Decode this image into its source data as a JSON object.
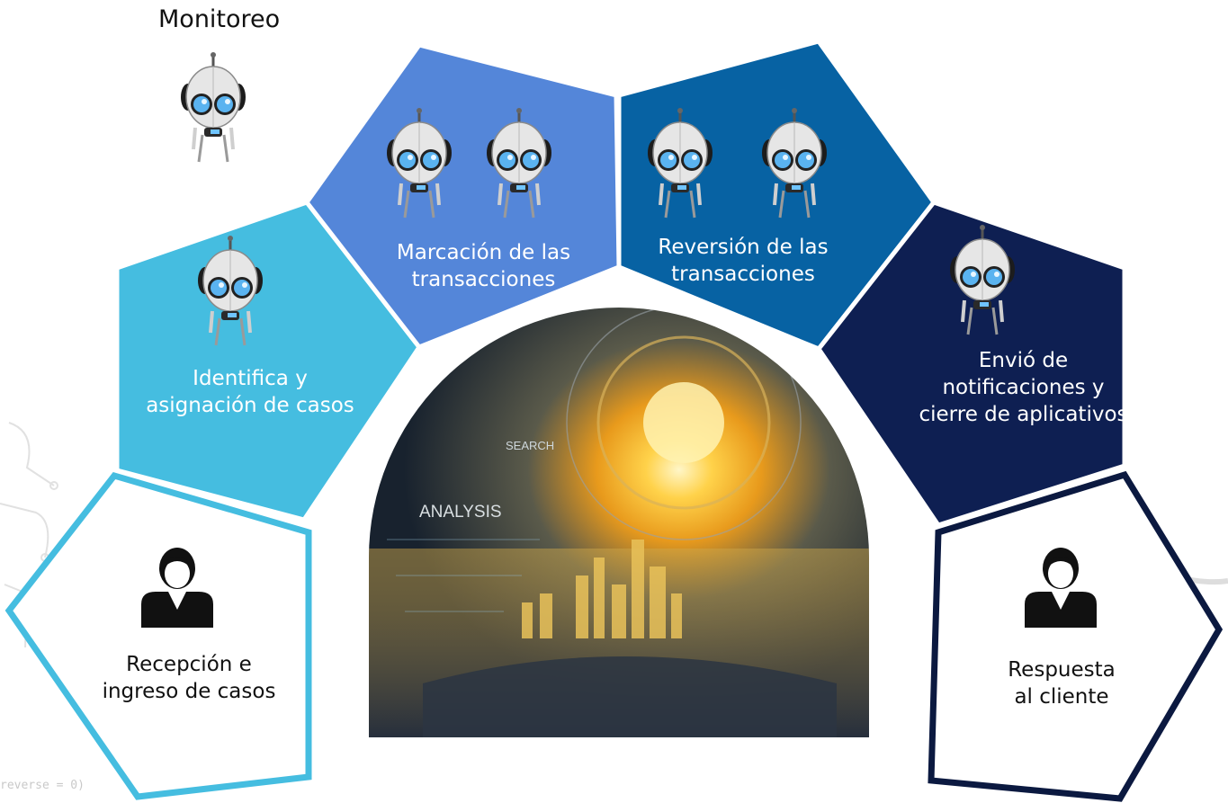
{
  "diagram": {
    "monitor_label": "Monitoreo",
    "steps": [
      {
        "id": "recepcion",
        "label": "Recepción e\ningreso de casos",
        "actor": "person",
        "color": "#45bde0",
        "style": "outline"
      },
      {
        "id": "identifica",
        "label": "Identifica y\nasignación de casos",
        "actor": "robot",
        "color": "#45bde0",
        "style": "filled"
      },
      {
        "id": "marcacion",
        "label": "Marcación  de las\ntransacciones",
        "actor": "robot",
        "count": 2,
        "color": "#5486d9",
        "style": "filled"
      },
      {
        "id": "reversion",
        "label": "Reversión  de las\ntransacciones",
        "actor": "robot",
        "count": 2,
        "color": "#0762a3",
        "style": "filled"
      },
      {
        "id": "envio",
        "label": "Envió de\nnotificaciones y\ncierre de aplicativos",
        "actor": "robot",
        "color": "#0e1f52",
        "style": "filled"
      },
      {
        "id": "respuesta",
        "label": "Respuesta\nal cliente",
        "actor": "person",
        "color": "#0b1940",
        "style": "outline"
      }
    ],
    "center_image_text": [
      "SEARCH",
      "ANALYSIS"
    ],
    "background_code_text": "reverse = 0)"
  }
}
